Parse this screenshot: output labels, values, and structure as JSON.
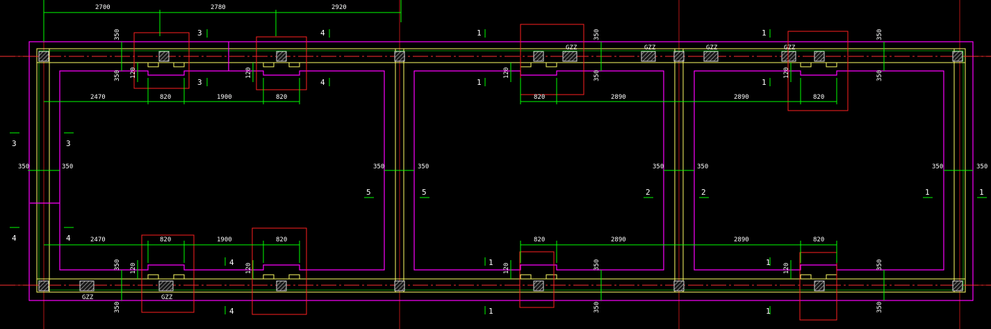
{
  "top_dimensions": [
    "2700",
    "2780",
    "2920"
  ],
  "gzz_label": "GZZ",
  "dims": {
    "d350": "350",
    "d120": "120",
    "d820": "820",
    "d2470": "2470",
    "d1900": "1900",
    "d2890": "2890"
  },
  "section_marks": {
    "s1": "1",
    "s2": "2",
    "s3": "3",
    "s4": "4",
    "s5": "5"
  },
  "colors": {
    "background": "#000000",
    "dimension_lines": "#00ff00",
    "wall_outline": "#ff00ff",
    "inner_wall_line": "#ffff66",
    "center_axis": "#ff3030",
    "section_boxes": "#ff2020",
    "column_hatch": "#d8d8d8",
    "text": "#ffffff"
  }
}
